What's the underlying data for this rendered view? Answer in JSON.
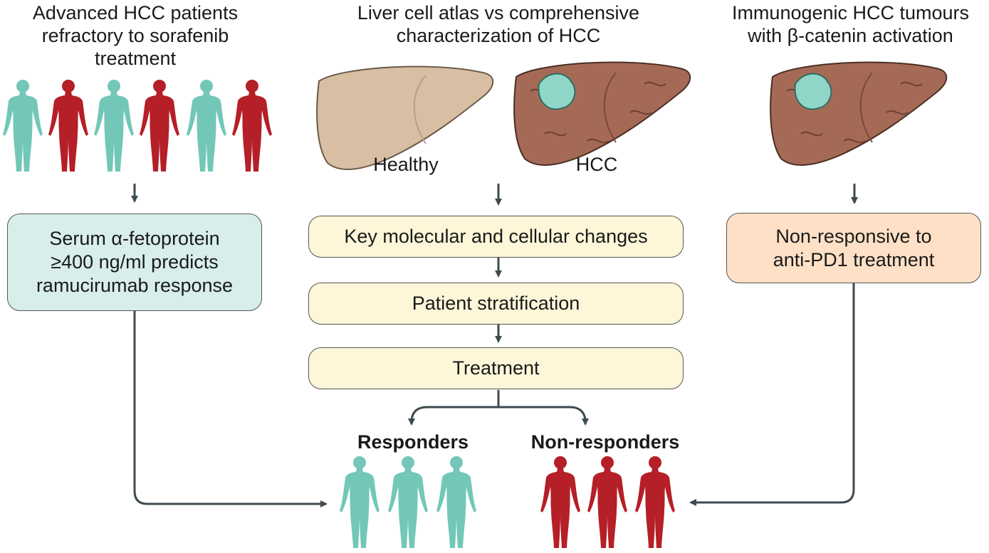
{
  "columns": {
    "left": {
      "title": "Advanced HCC patients\nrefractory to sorafenib\ntreatment",
      "box": "Serum α-fetoprotein\n≥400 ng/ml predicts\nramucirumab response"
    },
    "middle": {
      "title": "Liver cell atlas vs comprehensive\ncharacterization of HCC",
      "healthy_label": "Healthy",
      "hcc_label": "HCC",
      "steps": [
        "Key molecular and cellular changes",
        "Patient stratification",
        "Treatment"
      ]
    },
    "right": {
      "title": "Immunogenic HCC tumours\nwith β-catenin activation",
      "box": "Non-responsive to\nanti-PD1 treatment"
    }
  },
  "outcomes": {
    "responders": "Responders",
    "non_responders": "Non-responders"
  },
  "colors": {
    "teal": "#72c7b8",
    "red": "#b51f27",
    "liver_healthy": "#d8bfa3",
    "liver_hcc": "#a56a55",
    "tumour": "#8fd6c8",
    "arrow": "#3d4a4f"
  },
  "icons": [
    "human-figure-icon",
    "liver-icon",
    "tumour-icon",
    "arrow-icon"
  ]
}
